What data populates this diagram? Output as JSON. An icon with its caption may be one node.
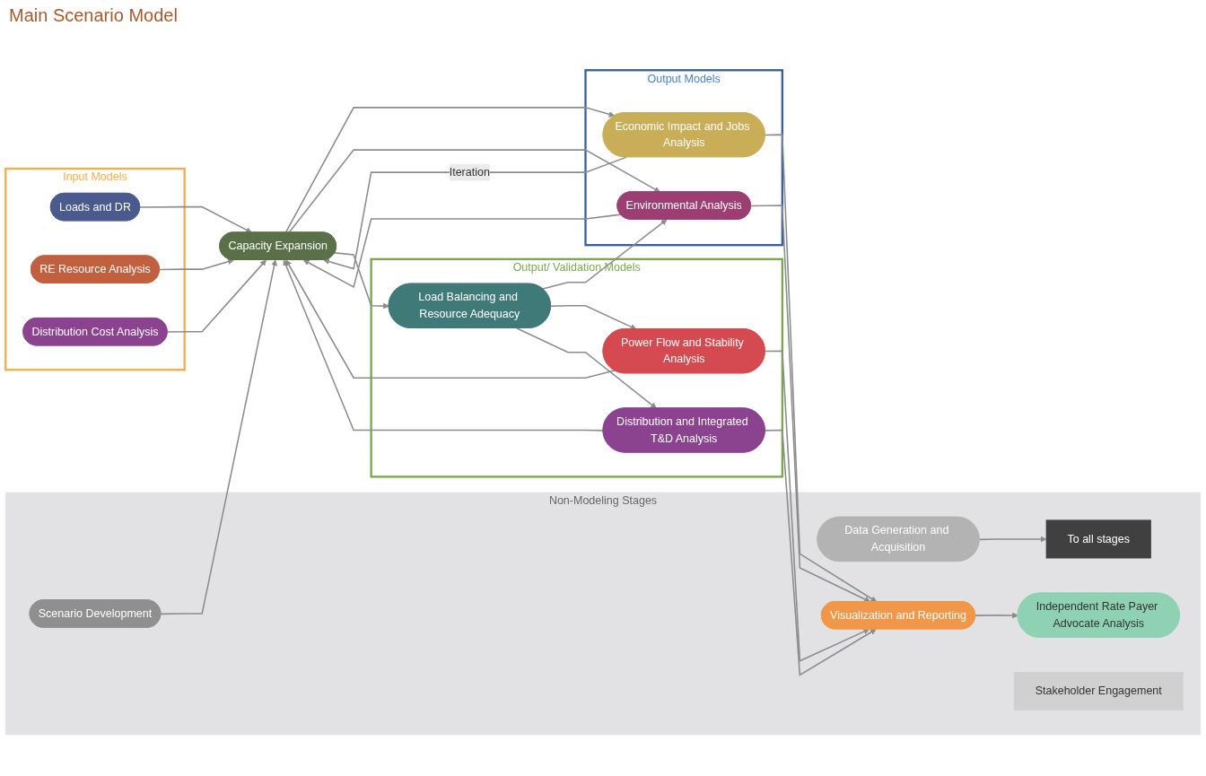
{
  "diagram": {
    "nodes": [
      {
        "text": [
          "Input Models"
        ]
      },
      {
        "text": [
          "Loads and DR"
        ],
        "in": 0
      },
      {
        "text": [
          "RE Resource Analysis"
        ],
        "in": 0
      },
      {
        "text": [
          "Distribution Cost Analysis"
        ],
        "in": 0
      },
      {
        "text": [
          "Capacity Expansion"
        ]
      },
      {
        "text": [
          "Output Models"
        ]
      },
      {
        "text": [
          "Economic Impact and Jobs Analysis"
        ],
        "in": 5
      },
      {
        "text": [
          "Environmental Analysis"
        ],
        "in": 5
      },
      {
        "text": [
          "Output/ Validation Models"
        ]
      },
      {
        "text": [
          "Load Balancing and Resource Adequacy"
        ],
        "in": 8
      },
      {
        "text": [
          "Power Flow and Stability Analysis"
        ],
        "in": 8
      },
      {
        "text": [
          "Distribution and Integrated T&D Analysis"
        ],
        "in": 8
      },
      {
        "text": [
          "Non-Modeling Stages"
        ]
      },
      {
        "text": [
          "Scenario Development"
        ],
        "in": 12
      },
      {
        "text": [
          "Data Generation and Acquisition"
        ],
        "in": 12
      },
      {
        "text": [
          "To all stages"
        ],
        "in": 12
      },
      {
        "text": [
          "Visualization and Reporting"
        ],
        "in": 12
      },
      {
        "text": [
          "Independent Rate Payer Advocate Analysis"
        ],
        "in": 12
      },
      {
        "text": [
          "Stakeholder Engagement"
        ],
        "in": 12
      }
    ],
    "edges": [
      {
        "from": 1,
        "to": 4,
        "arrow": "to"
      },
      {
        "from": 2,
        "to": 4,
        "arrow": "to"
      },
      {
        "from": 3,
        "to": 4,
        "arrow": "to"
      },
      {
        "from": 13,
        "to": 4,
        "arrow": "to"
      },
      {
        "from": 4,
        "to": 6,
        "arrow": "to"
      },
      {
        "from": 4,
        "to": 7,
        "arrow": "to"
      },
      {
        "from": 4,
        "to": 9,
        "arrow": "to"
      },
      {
        "from": 9,
        "to": 7,
        "arrow": "to"
      },
      {
        "from": 9,
        "to": 10,
        "arrow": "to"
      },
      {
        "from": 9,
        "to": 11,
        "arrow": "to"
      },
      {
        "from": 6,
        "to": 16,
        "arrow": "to"
      },
      {
        "from": 7,
        "to": 16,
        "arrow": "to"
      },
      {
        "from": 10,
        "to": 16,
        "arrow": "to"
      },
      {
        "from": 11,
        "to": 16,
        "arrow": "to"
      },
      {
        "from": 6,
        "to": 4,
        "arrow": "to",
        "label": "Iteration"
      },
      {
        "from": 7,
        "to": 4,
        "arrow": "to"
      },
      {
        "from": 10,
        "to": 4,
        "arrow": "to"
      },
      {
        "from": 11,
        "to": 4,
        "arrow": "to"
      },
      {
        "from": 16,
        "to": 17,
        "arrow": "to"
      },
      {
        "from": 14,
        "to": 15,
        "arrow": "to"
      }
    ],
    "labels": [
      "Main Scenario Model"
    ]
  }
}
